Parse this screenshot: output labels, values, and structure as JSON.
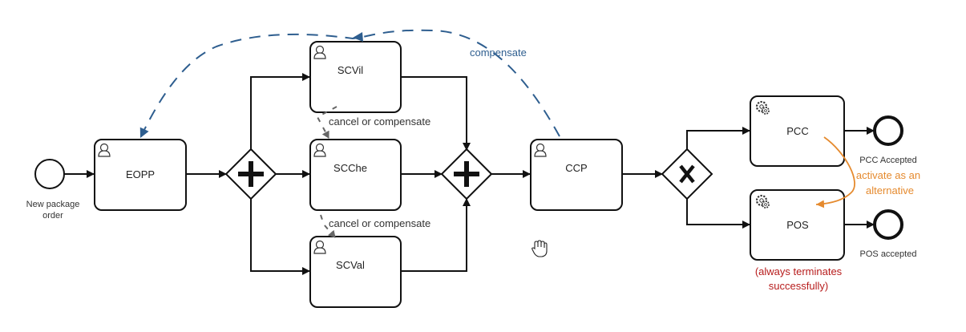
{
  "events": {
    "start": {
      "label_lines": [
        "New package",
        "order"
      ]
    },
    "end_pcc": {
      "label": "PCC Accepted"
    },
    "end_pos": {
      "label": "POS accepted"
    }
  },
  "tasks": {
    "eopp": {
      "label": "EOPP",
      "type": "user"
    },
    "scvil": {
      "label": "SCVil",
      "type": "user"
    },
    "scche": {
      "label": "SCChe",
      "type": "user"
    },
    "scval": {
      "label": "SCVal",
      "type": "user"
    },
    "ccp": {
      "label": "CCP",
      "type": "user"
    },
    "pcc": {
      "label": "PCC",
      "type": "service"
    },
    "pos": {
      "label": "POS",
      "type": "service"
    }
  },
  "gateways": {
    "split": {
      "type": "parallel"
    },
    "join": {
      "type": "parallel"
    },
    "choice": {
      "type": "exclusive"
    }
  },
  "annotations": {
    "compensate": "compensate",
    "cancel_1": "cancel or compensate",
    "cancel_2": "cancel or compensate",
    "activate_lines": [
      "activate as an",
      "alternative"
    ],
    "always_lines": [
      "(always terminates",
      "successfully)"
    ]
  },
  "colors": {
    "compensate_arrow": "#2e5e8f",
    "activate_arrow": "#e58a2e",
    "always_text": "#b71c1c",
    "cancel_arrow": "#666666"
  },
  "icons": {
    "user_task": "user-icon",
    "service_task": "gear-icon",
    "cursor": "hand-cursor-icon"
  }
}
